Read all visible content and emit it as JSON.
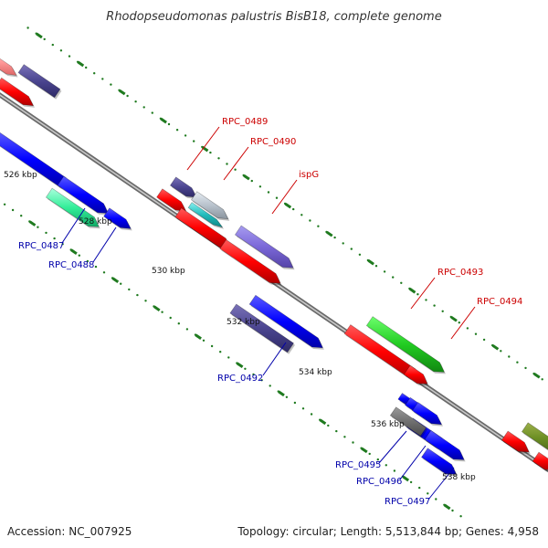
{
  "title": "Rhodopseudomonas palustris BisB18, complete genome",
  "footer": {
    "accession": "Accession: NC_007925",
    "summary": "Topology: circular; Length: 5,513,844 bp; Genes: 4,958"
  },
  "colors": {
    "backbone": "#8a8a8a",
    "tick": "#1f7a1f",
    "label_red": "#cc0000",
    "label_blue": "#0000aa"
  },
  "ticks": [
    {
      "label": "526 kbp"
    },
    {
      "label": "528 kbp"
    },
    {
      "label": "530 kbp"
    },
    {
      "label": "532 kbp"
    },
    {
      "label": "534 kbp"
    },
    {
      "label": "536 kbp"
    },
    {
      "label": "538 kbp"
    }
  ],
  "genes": [
    {
      "name": "RPC_0487",
      "strand": "reverse"
    },
    {
      "name": "RPC_0488",
      "strand": "reverse"
    },
    {
      "name": "RPC_0489",
      "strand": "forward"
    },
    {
      "name": "RPC_0490",
      "strand": "forward"
    },
    {
      "name": "ispG",
      "strand": "forward"
    },
    {
      "name": "RPC_0492",
      "strand": "reverse"
    },
    {
      "name": "RPC_0493",
      "strand": "forward"
    },
    {
      "name": "RPC_0494",
      "strand": "forward"
    },
    {
      "name": "RPC_0495",
      "strand": "reverse"
    },
    {
      "name": "RPC_0496",
      "strand": "reverse"
    },
    {
      "name": "RPC_0497",
      "strand": "reverse"
    }
  ]
}
